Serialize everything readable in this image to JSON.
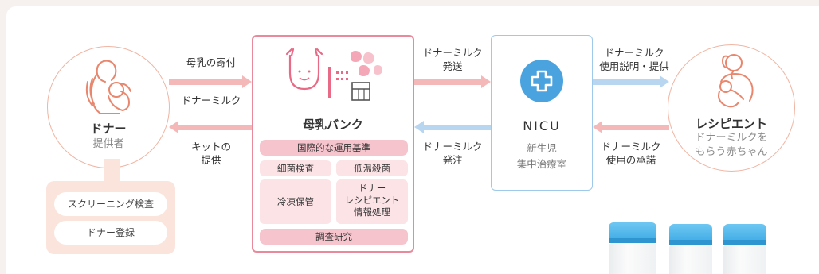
{
  "donor": {
    "title": "ドナー",
    "subtitle": "提供者",
    "icon": "mother-nursing-icon"
  },
  "screening": {
    "items": [
      "スクリーニング検査",
      "ドナー登録"
    ]
  },
  "arrows": {
    "donor_to_bank_top": "母乳の寄付",
    "donor_to_bank_bottom": "ドナーミルク",
    "bank_to_donor_line1": "キットの",
    "bank_to_donor_line2": "提供",
    "bank_to_nicu_line1": "ドナーミルク",
    "bank_to_nicu_line2": "発送",
    "nicu_to_bank_line1": "ドナーミルク",
    "nicu_to_bank_line2": "発注",
    "nicu_to_recipient_line1": "ドナーミルク",
    "nicu_to_recipient_line2": "使用説明・提供",
    "recipient_to_nicu_line1": "ドナーミルク",
    "recipient_to_nicu_line2": "使用の承諾"
  },
  "bank": {
    "title": "母乳バンク",
    "standard": "国際的な運用基準",
    "cells": {
      "bacteria_test": "細菌検査",
      "low_temp": "低温殺菌",
      "freeze": "冷凍保管",
      "info_line1": "ドナー",
      "info_line2": "レシピエント",
      "info_line3": "情報処理"
    },
    "research": "調査研究"
  },
  "nicu": {
    "title": "NICU",
    "sub_line1": "新生児",
    "sub_line2": "集中治療室",
    "icon": "medical-cross-icon"
  },
  "recipient": {
    "title": "レシピエント",
    "sub_line1": "ドナーミルクを",
    "sub_line2": "もらう赤ちゃん",
    "icon": "mother-baby-icon"
  },
  "colors": {
    "pink_arrow": "#f5b8b8",
    "blue_arrow": "#b9d6f0",
    "bank_border": "#e88a9c",
    "nicu_blue": "#4aa3df",
    "donor_border": "#f0b5a3"
  }
}
